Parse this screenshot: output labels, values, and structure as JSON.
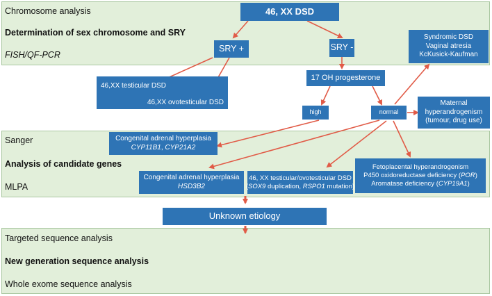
{
  "bands": {
    "chromosome": {
      "line1": "Chromosome analysis",
      "line2": "Determination of sex chromosome and SRY",
      "line3": "FISH/QF-PCR"
    },
    "candidate": {
      "line1": "Sanger",
      "line2": "Analysis of candidate genes",
      "line3": "MLPA"
    },
    "sequence": {
      "line1": "Targeted sequence analysis",
      "line2": "New generation sequence analysis",
      "line3": "Whole exome sequence analysis"
    }
  },
  "nodes": {
    "root": "46, XX DSD",
    "sry_pos": "SRY +",
    "sry_neg": "SRY -",
    "syndromic": [
      "Syndromic DSD",
      "Vaginal atresia",
      "KcKusick-Kaufman"
    ],
    "testicular": {
      "line1": "46,XX testicular DSD",
      "line2": "46,XX ovotesticular DSD"
    },
    "progesterone": "17 OH progesterone",
    "high": "high",
    "normal": "normal",
    "maternal": [
      "Maternal",
      "hyperandrogenism",
      "(tumour, drug use)"
    ],
    "cah1": {
      "title": "Congenital adrenal hyperplasia",
      "gene_a": "CYP11B1",
      "sep": ", ",
      "gene_b": "CYP21A2"
    },
    "cah2": {
      "title": "Congenital adrenal hyperplasia",
      "gene": "HSD3B2"
    },
    "testicular_gene": {
      "title": "46, XX testicular/ovotesticular DSD",
      "open": "(",
      "gene_a": "SOX9",
      "mid": " duplication, ",
      "gene_b": "RSPO1",
      "close": " mutation)"
    },
    "fetoplacental": {
      "line1": "Fetoplacental hyperandrogenism",
      "line2_pre": "P450 oxidoreductase deficiency (",
      "line2_gene": "POR",
      "line2_post": ")",
      "line3_pre": "Aromatase deficiency (",
      "line3_gene": "CYP19A1",
      "line3_post": ")"
    },
    "unknown": "Unknown etiology"
  },
  "colors": {
    "box_fill": "#2e74b5",
    "band_fill": "#e2efda",
    "arrow": "#e15b47"
  }
}
